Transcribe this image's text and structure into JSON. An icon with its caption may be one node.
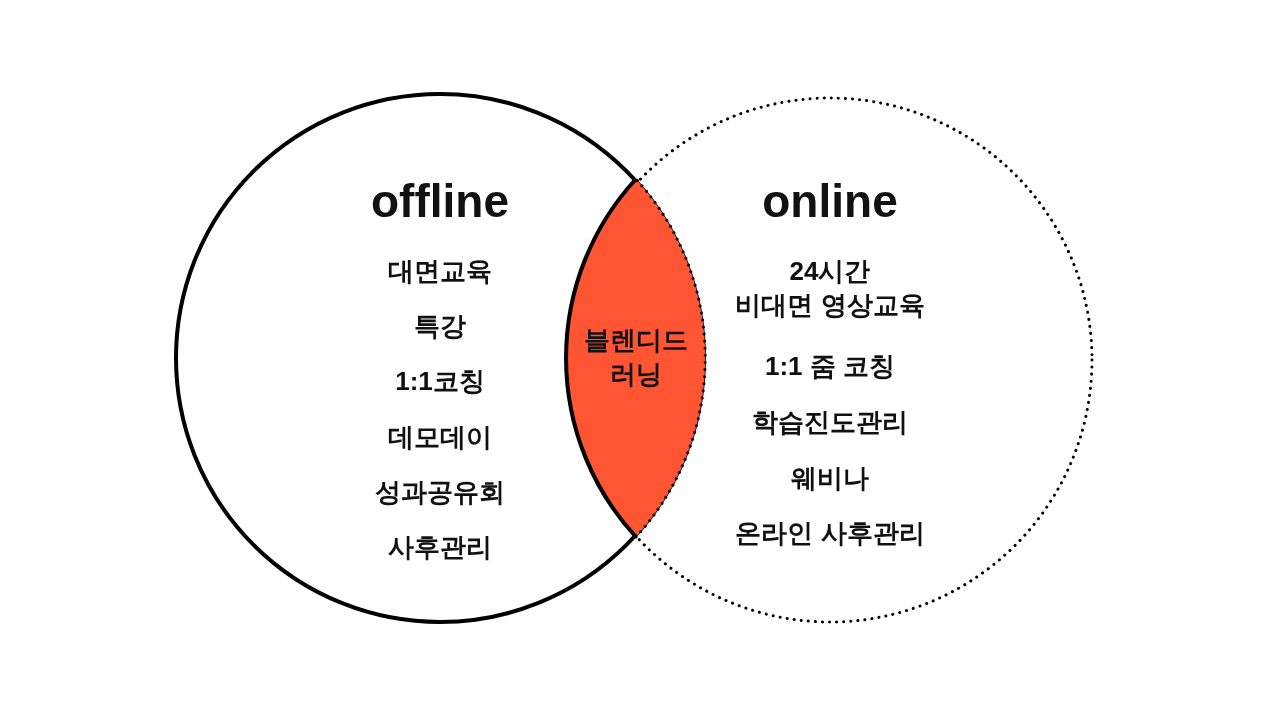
{
  "diagram": {
    "nodes": [
      {
        "text": [
          "offline",
          "대면교육",
          "특강",
          "1:1코칭",
          "데모데이",
          "성과공유회",
          "사후관리"
        ]
      },
      {
        "text": [
          "online",
          "24시간 비대면 영상교육",
          "1:1 줌 코칭",
          "학습진도관리",
          "웨비나",
          "온라인 사후관리"
        ]
      },
      {
        "text": [
          "블렌디드 러닝"
        ]
      }
    ],
    "edges": []
  }
}
